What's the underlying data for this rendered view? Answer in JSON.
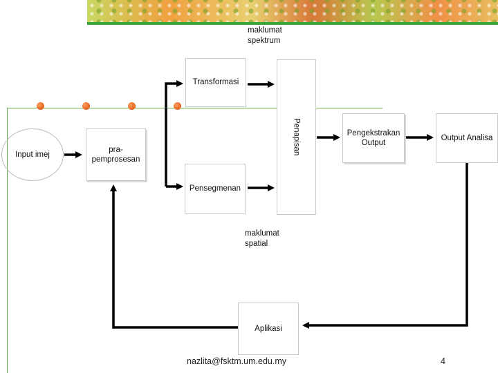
{
  "diagram": {
    "nodes": {
      "input": "Input imej",
      "prapemprosesan": "pra-\npemprosesan",
      "transformasi": "Transformasi",
      "pensegmenan": "Pensegmenan",
      "penapisan": "Penapisan",
      "pengekstrakan": "Pengekstrakan\nOutput",
      "output_analisa": "Output Analisa",
      "aplikasi": "Aplikasi"
    },
    "labels": {
      "spektrum": "maklumat\nspektrum",
      "spatial": "maklumat\nspatial"
    }
  },
  "footer": {
    "email": "nazlita@fsktm.um.edu.my",
    "page_number": "4"
  },
  "colors": {
    "banner_line": "#3aa63a",
    "frame": "#6ab04c",
    "bullet": "#e0601a"
  }
}
